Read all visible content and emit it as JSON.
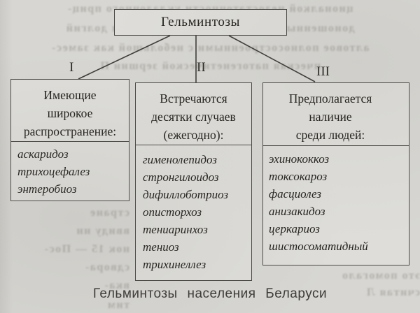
{
  "page": {
    "caption": "Гельминтозы населения Беларуси",
    "paper_color": "#d7d6d2",
    "box_fill": "#deddd9",
    "border_color": "#4a4844",
    "ink_color": "#23221d"
  },
  "root": {
    "label": "Гельминтозы"
  },
  "groups": [
    {
      "numeral": "I",
      "header": "Имеющие широкое распространение:",
      "header_lines": [
        "Имеющие",
        "широкое",
        "распространение:"
      ],
      "items": [
        "аскаридоз",
        "трихоцефалез",
        "энтеробиоз"
      ]
    },
    {
      "numeral": "II",
      "header": "Встречаются десятки случаев (ежегодно):",
      "header_lines": [
        "Встречаются",
        "десятки случаев",
        "(ежегодно):"
      ],
      "items": [
        "гименолепидоз",
        "стронгилоидоз",
        "дифиллоботриоз",
        "описторхоз",
        "тениаринхоз",
        "тениоз",
        "трихинеллез"
      ]
    },
    {
      "numeral": "III",
      "header": "Предполагается наличие среди людей:",
      "header_lines": [
        "Предполагается",
        "наличие",
        "среди людей:"
      ],
      "items": [
        "эхинококкоз",
        "токсокароз",
        "фасциолез",
        "анизакидоз",
        "церкариоз",
        "шистосоматидный"
      ]
    }
  ],
  "bleedthrough": [
    "ционалкой недостаточности укладочного приц-",
    "доношенные приготовления, помощью и долгий",
    "алтовое полносостроенными с небольшой как замес-",
    "пческая патогенетической зершни П",
    "стране",
    "ввиду нн",
    "нок 15 — Пос-",
    "сдвора-",
    "вка-",
    "тим",
    "это помогало",
    "считая Л"
  ]
}
